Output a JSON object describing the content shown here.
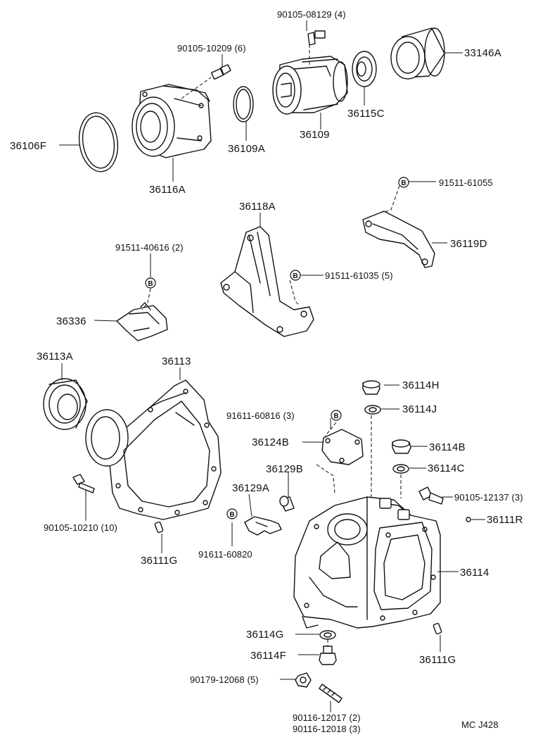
{
  "labels": {
    "p90105_08129": "90105-08129 (4)",
    "p90105_10209": "90105-10209 (6)",
    "p33146A": "33146A",
    "p36115C": "36115C",
    "p36109": "36109",
    "p36109A": "36109A",
    "p36106F": "36106F",
    "p36116A": "36116A",
    "p91511_61055": "91511-61055",
    "p36118A": "36118A",
    "p36119D": "36119D",
    "p91511_40616": "91511-40616 (2)",
    "p91511_61035": "91511-61035 (5)",
    "p36336": "36336",
    "p36113A": "36113A",
    "p36113": "36113",
    "p36114H": "36114H",
    "p36114J": "36114J",
    "p91611_60816": "91611-60816 (3)",
    "p36124B": "36124B",
    "p36114B": "36114B",
    "p36114C": "36114C",
    "p36129B": "36129B",
    "p36129A": "36129A",
    "p90105_12137": "90105-12137 (3)",
    "p36111R": "36111R",
    "p90105_10210": "90105-10210 (10)",
    "p91611_60820": "91611-60820",
    "p36111G_left": "36111G",
    "p36114": "36114",
    "p36114G": "36114G",
    "p36114F": "36114F",
    "p36111G_right": "36111G",
    "p90179_12068": "90179-12068 (5)",
    "p90116_12017": "90116-12017 (2)",
    "p90116_12018": "90116-12018 (3)",
    "code": "MC J428"
  },
  "marker": "B"
}
